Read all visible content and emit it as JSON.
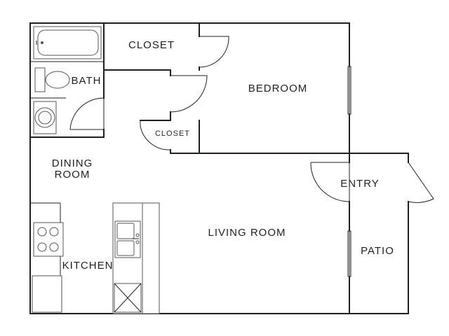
{
  "rooms": {
    "closet_top": "CLOSET",
    "bath": "BATH",
    "bedroom": "BEDROOM",
    "closet_small": "CLOSET",
    "dining_line1": "DINING",
    "dining_line2": "ROOM",
    "entry": "ENTRY",
    "living_room": "LIVING ROOM",
    "patio": "PATIO",
    "kitchen": "KITCHEN"
  },
  "colors": {
    "line": "#231f20",
    "background": "#ffffff"
  }
}
